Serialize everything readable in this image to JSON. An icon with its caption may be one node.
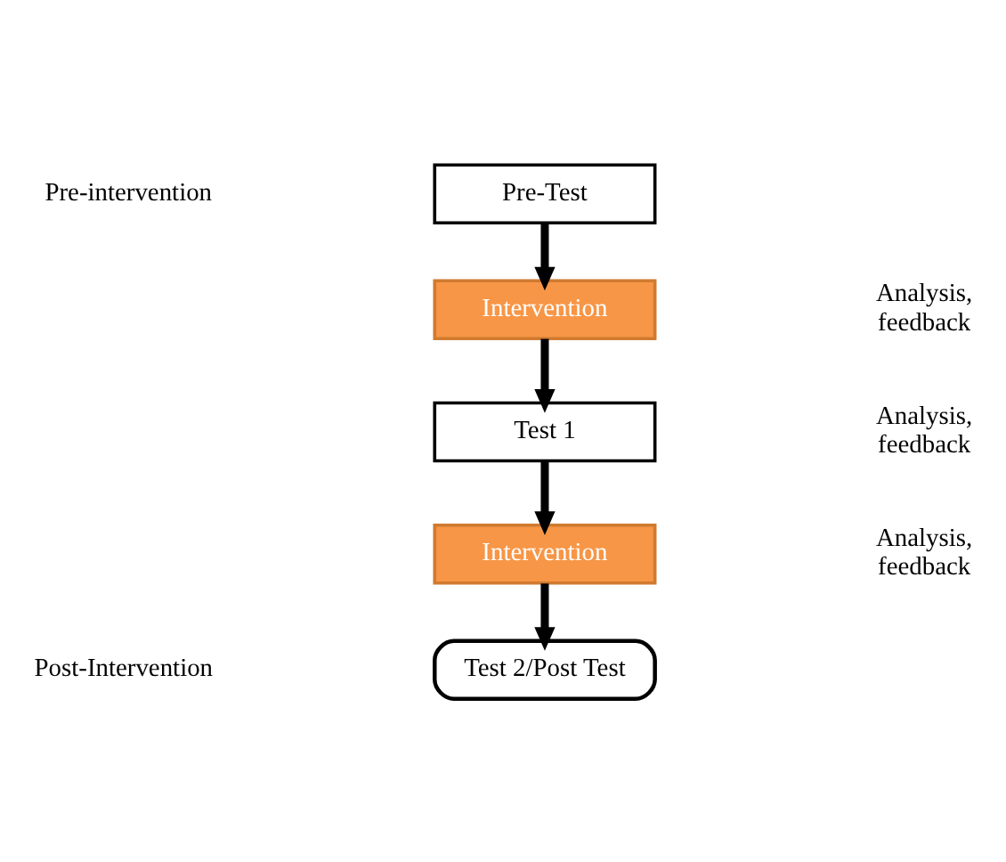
{
  "diagram": {
    "nodes": [
      {
        "text": [
          "Pre-Test"
        ]
      },
      {
        "text": [
          "Intervention"
        ]
      },
      {
        "text": [
          "Test 1"
        ]
      },
      {
        "text": [
          "Intervention"
        ]
      },
      {
        "text": [
          "Test 2/Post Test"
        ]
      }
    ],
    "edges": [
      {
        "from": 0,
        "to": 1,
        "arrow": "to"
      },
      {
        "from": 1,
        "to": 2,
        "arrow": "to"
      },
      {
        "from": 2,
        "to": 3,
        "arrow": "to"
      },
      {
        "from": 3,
        "to": 4,
        "arrow": "to"
      }
    ],
    "labels": [
      "Pre-intervention",
      "Analysis, feedback",
      "Analysis, feedback",
      "Analysis, feedback",
      "Post-Intervention"
    ]
  }
}
